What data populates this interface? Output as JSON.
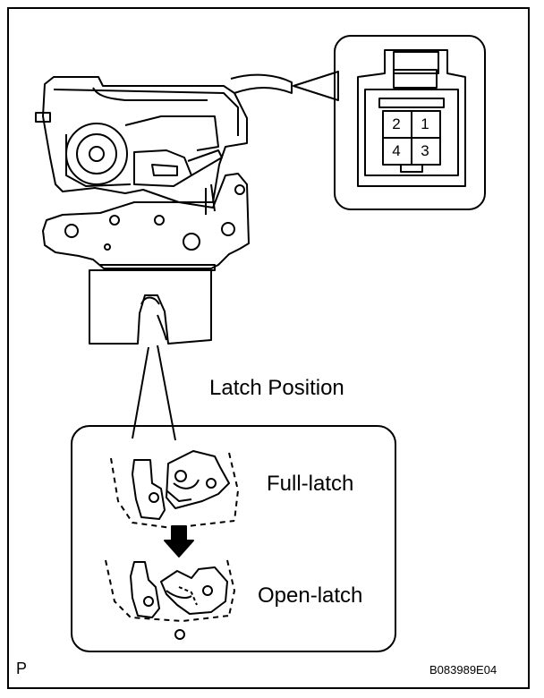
{
  "connector": {
    "pins": {
      "p1": "1",
      "p2": "2",
      "p3": "3",
      "p4": "4"
    }
  },
  "labels": {
    "latch_position": "Latch Position",
    "full_latch": "Full-latch",
    "open_latch": "Open-latch",
    "corner_left": "P",
    "figure_code": "B083989E04"
  }
}
